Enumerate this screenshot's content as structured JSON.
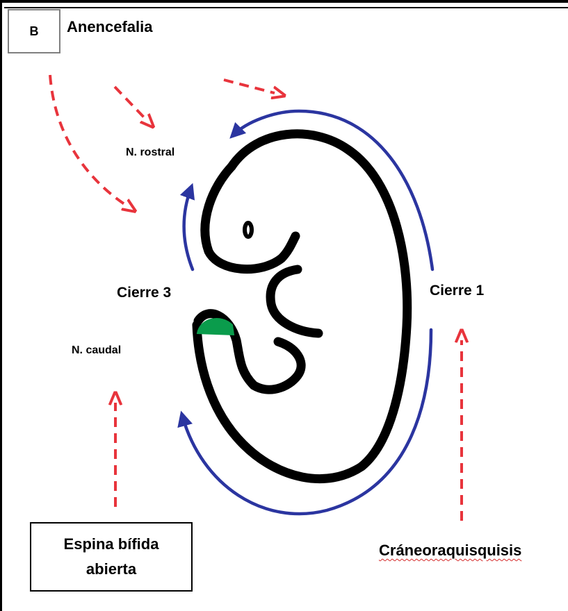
{
  "panel_letter": "B",
  "title": "Anencefalia",
  "labels": {
    "rostral": "N. rostral",
    "caudal": "N. caudal",
    "closure_3": "Cierre 3",
    "closure_1": "Cierre 1"
  },
  "defects": {
    "spina_bifida_line1": "Espina bífida",
    "spina_bifida_line2": "abierta",
    "craniorachischisis": "Cráneoraquisquisis"
  },
  "colors": {
    "embryo_outline": "#000000",
    "closure_arrows": "#2b35a0",
    "defect_arrows": "#e8343c",
    "neuropore_fill": "#0a9c4c"
  }
}
